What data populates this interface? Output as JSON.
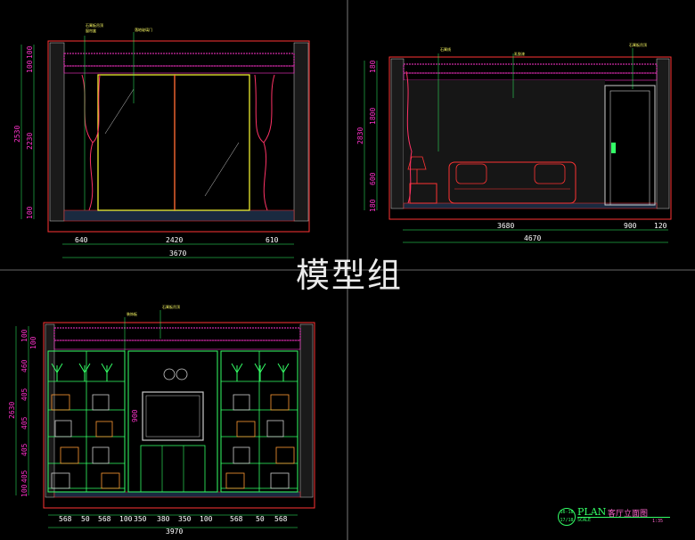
{
  "watermark": "模型组",
  "title_block": {
    "sheet_number": "16-18",
    "sheet_sub": "17/18",
    "plan_word": "PLAN",
    "scale_word": "SCALE",
    "drawing_title": "客厅立面图",
    "scale_value": "1:35"
  },
  "elevation_a": {
    "annotations": [
      "石膏板吊顶",
      "窗帘盒",
      "落地玻璃门"
    ],
    "dims_bottom": [
      "640",
      "2420",
      "610"
    ],
    "dim_total": "3670",
    "dims_left": [
      "100",
      "100",
      "2230",
      "100"
    ],
    "dim_left_total": "2530"
  },
  "elevation_b": {
    "annotations": [
      "石膏线",
      "乳胶漆",
      "石膏板吊顶"
    ],
    "dims_bottom": [
      "3680",
      "900",
      "120"
    ],
    "dim_total": "4670",
    "dims_left": [
      "180",
      "1800",
      "600",
      "180"
    ],
    "dim_left_total": "2830"
  },
  "elevation_c": {
    "annotations": [
      "装饰板",
      "石膏板吊顶"
    ],
    "dims_bottom": [
      "568",
      "50",
      "568",
      "100",
      "350",
      "380",
      "350",
      "100",
      "568",
      "50",
      "568"
    ],
    "dim_total": "3970",
    "dims_left": [
      "100",
      "100",
      "460",
      "405",
      "405",
      "405",
      "405",
      "100"
    ],
    "dim_left_total": "2630",
    "tv_dim": "900"
  },
  "colors": {
    "wall": "#ff3333",
    "ceiling": "#ff33cc",
    "furniture": "#33ff66",
    "curtain": "#ff3366",
    "dimension": "#ffffff",
    "door_panel": "#ffff33",
    "frame": "#cccccc"
  }
}
